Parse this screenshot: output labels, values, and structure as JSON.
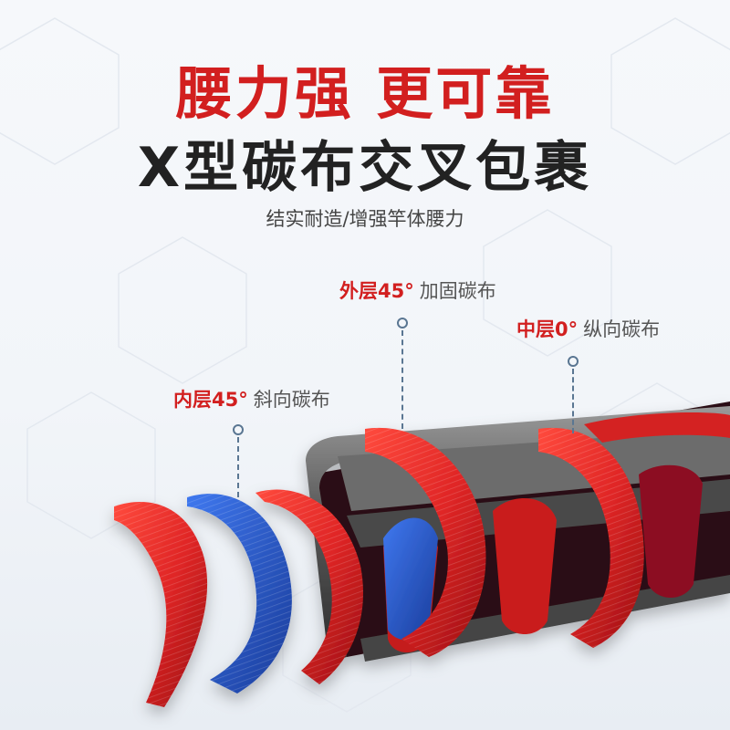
{
  "headline": {
    "line1": "腰力强 更可靠",
    "line2": "X型碳布交叉包裹",
    "subtitle": "结实耐造/增强竿体腰力"
  },
  "callouts": {
    "outer": {
      "highlight": "外层45°",
      "label": "加固碳布"
    },
    "middle": {
      "highlight": "中层0°",
      "label": "纵向碳布"
    },
    "inner": {
      "highlight": "内层45°",
      "label": "斜向碳布"
    }
  },
  "colors": {
    "accent_red": "#d21f1f",
    "ribbon_red": "#e02626",
    "ribbon_blue": "#2456c8",
    "carbon_gray": "#5a5a5a"
  }
}
